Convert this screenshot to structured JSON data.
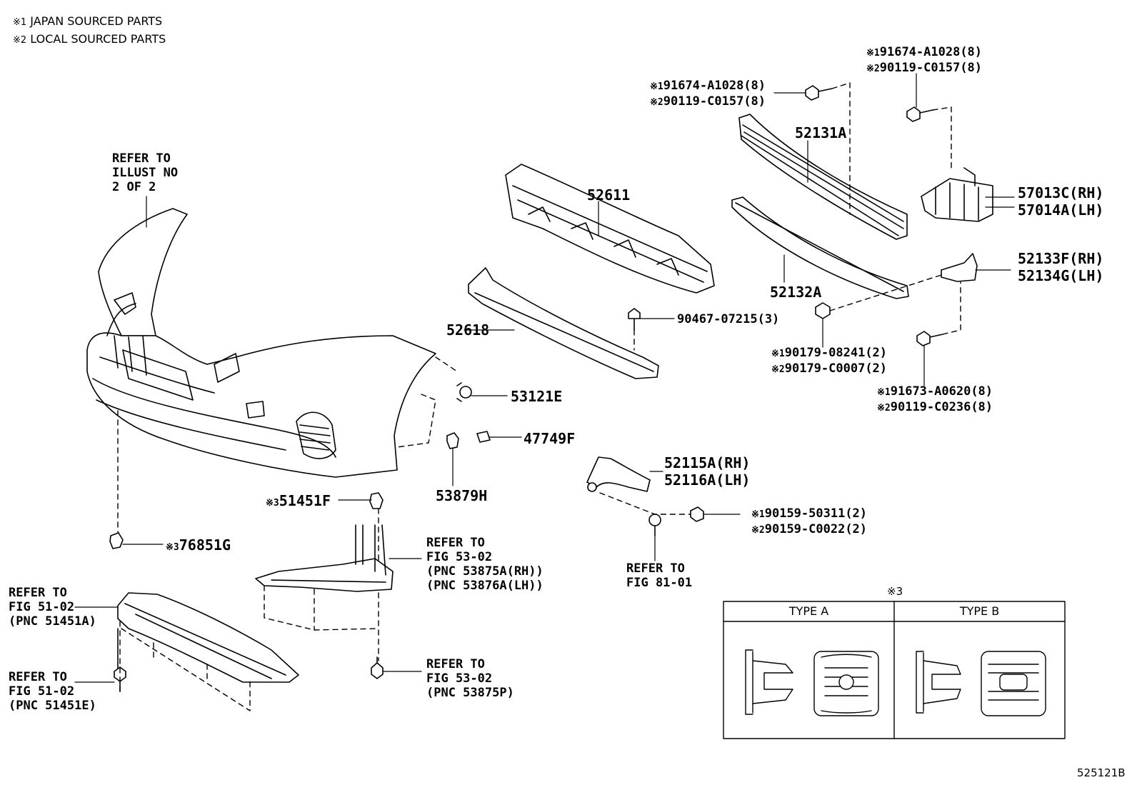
{
  "legend": {
    "japan": {
      "mark": "※1",
      "text": "JAPAN SOURCED PARTS"
    },
    "local": {
      "mark": "※2",
      "text": "LOCAL SOURCED PARTS"
    }
  },
  "refers": {
    "illust": [
      "REFER TO",
      "ILLUST NO",
      "2 OF 2"
    ],
    "fig51_a": [
      "REFER TO",
      "FIG 51-02",
      "(PNC 51451A)"
    ],
    "fig51_e": [
      "REFER TO",
      "FIG 51-02",
      "(PNC 51451E)"
    ],
    "fig53_a": [
      "REFER TO",
      "FIG 53-02",
      "(PNC 53875A(RH))",
      "(PNC 53876A(LH))"
    ],
    "fig53_p": [
      "REFER TO",
      "FIG 53-02",
      "(PNC 53875P)"
    ],
    "fig81": [
      "REFER TO",
      "FIG 81-01"
    ]
  },
  "parts": {
    "p52611": "52611",
    "p52618": "52618",
    "p52131a": "52131A",
    "p52132a": "52132A",
    "p57013c": "57013C(RH)",
    "p57014a": "57014A(LH)",
    "p52133f": "52133F(RH)",
    "p52134g": "52134G(LH)",
    "p53121e": "53121E",
    "p47749f": "47749F",
    "p53879h": "53879H",
    "p52115a": "52115A(RH)",
    "p52116a": "52116A(LH)",
    "p51451f": {
      "mark": "※3",
      "num": "51451F"
    },
    "p76851g": {
      "mark": "※3",
      "num": "76851G"
    },
    "p90467": "90467-07215(3)"
  },
  "fasteners": {
    "bolt_left": [
      {
        "mark": "※1",
        "num": "91674-A1028(8)"
      },
      {
        "mark": "※2",
        "num": "90119-C0157(8)"
      }
    ],
    "bolt_right": [
      {
        "mark": "※1",
        "num": "91674-A1028(8)"
      },
      {
        "mark": "※2",
        "num": "90119-C0157(8)"
      }
    ],
    "nut": [
      {
        "mark": "※1",
        "num": "90179-08241(2)"
      },
      {
        "mark": "※2",
        "num": "90179-C0007(2)"
      }
    ],
    "bolt_lower": [
      {
        "mark": "※1",
        "num": "91673-A0620(8)"
      },
      {
        "mark": "※2",
        "num": "90119-C0236(8)"
      }
    ],
    "screw": [
      {
        "mark": "※1",
        "num": "90159-50311(2)"
      },
      {
        "mark": "※2",
        "num": "90159-C0022(2)"
      }
    ]
  },
  "type_table": {
    "note": "※3",
    "type_a": "TYPE A",
    "type_b": "TYPE B"
  },
  "diagram_code": "525121B"
}
